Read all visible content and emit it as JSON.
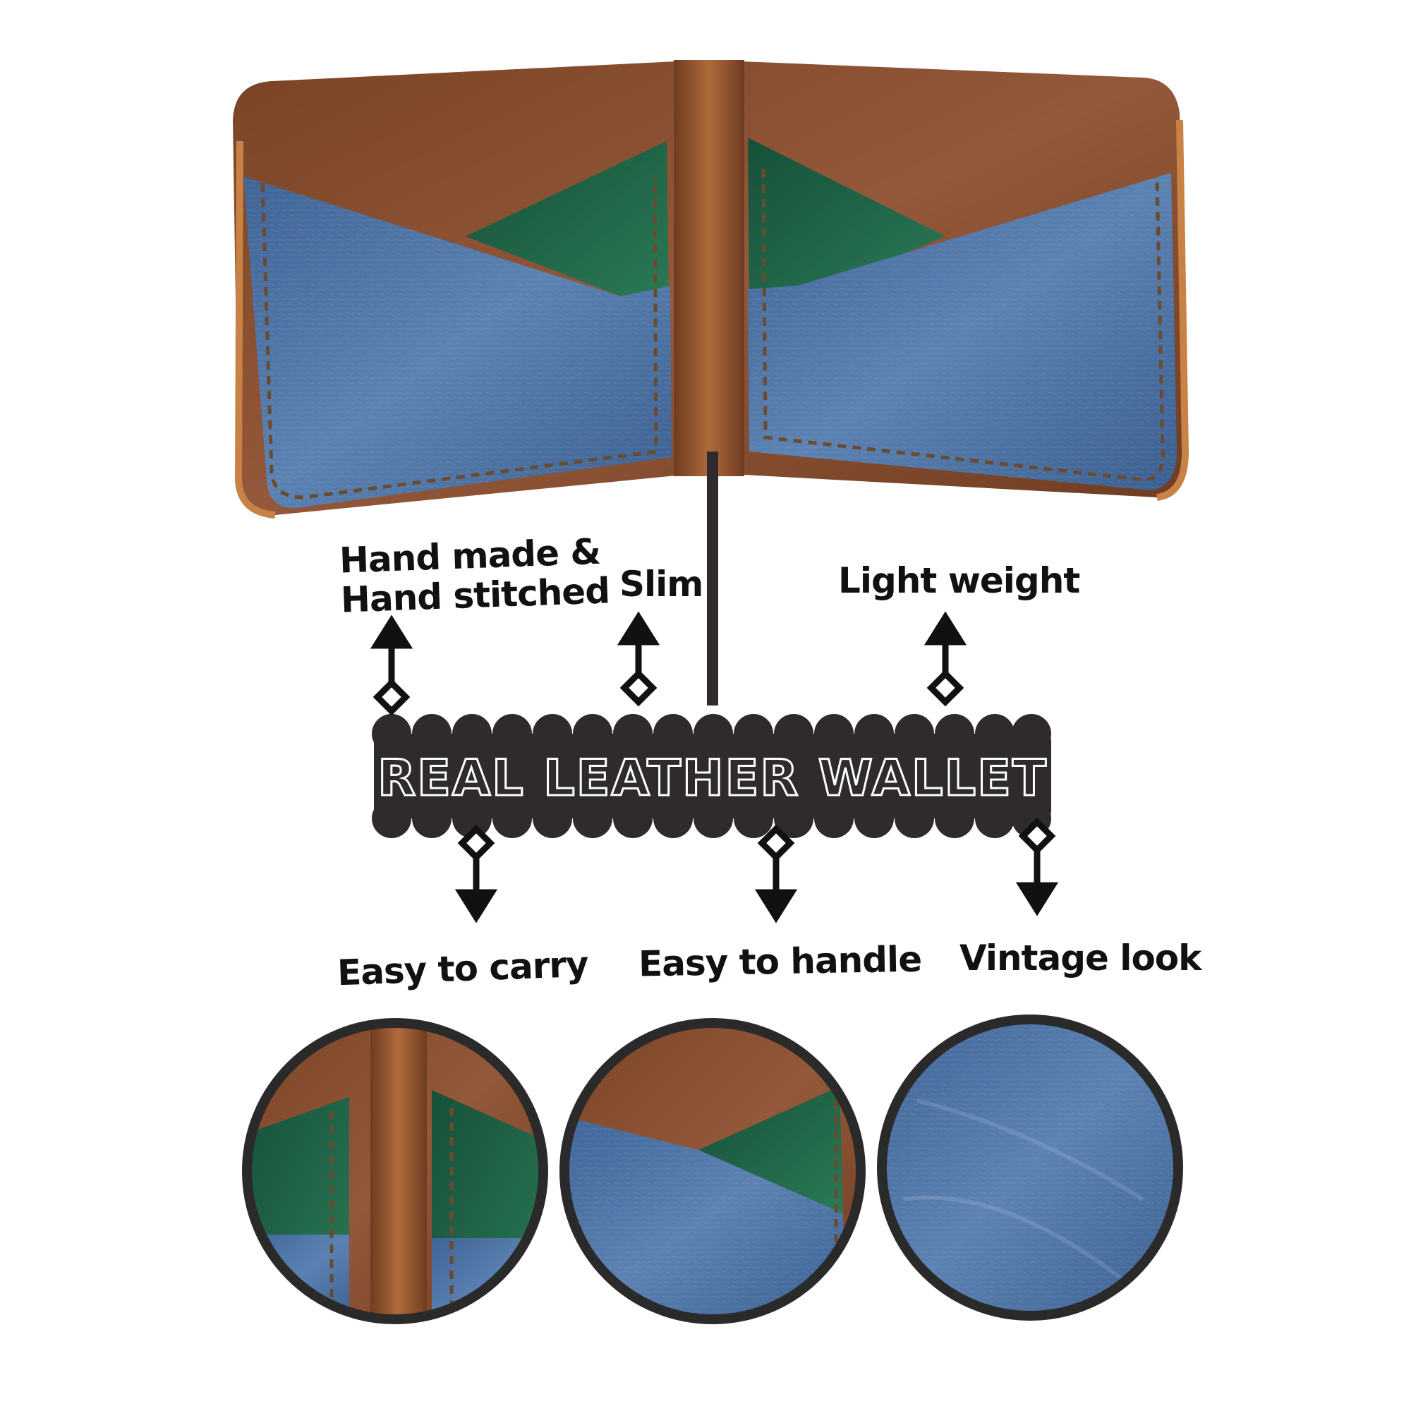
{
  "banner": {
    "title": "REAL  LEATHER WALLET",
    "fill_color": "#2e2a2e"
  },
  "features_top": [
    {
      "label_line1": "Hand made &",
      "label_line2": "Hand stitched"
    },
    {
      "label": "Slim"
    },
    {
      "label": "Light weight"
    }
  ],
  "features_bottom": [
    {
      "label": "Easy to carry"
    },
    {
      "label": "Easy to handle"
    },
    {
      "label": "Vintage look"
    }
  ],
  "colors": {
    "leather_brown": "#8a4e2a",
    "leather_blue": "#4a6f9e",
    "leather_green": "#1f5e44",
    "stitch": "#6b4a2e",
    "ink": "#111111"
  },
  "detail_circles": [
    {
      "name": "detail-center-fold"
    },
    {
      "name": "detail-card-slot"
    },
    {
      "name": "detail-leather-texture"
    }
  ]
}
